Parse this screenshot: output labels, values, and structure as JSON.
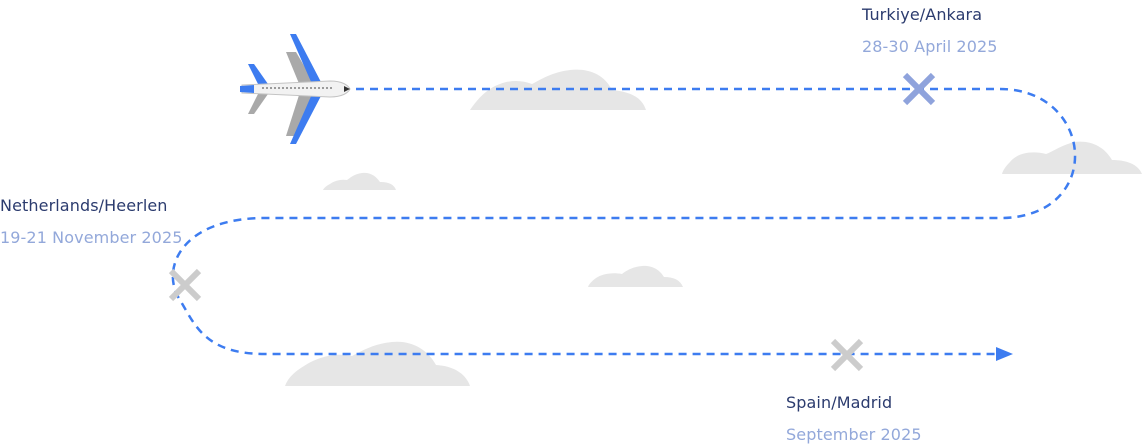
{
  "stops": [
    {
      "city": "Turkiye/Ankara",
      "dates": "28-30 April 2025",
      "status": "upcoming",
      "marker_color": "#8fa3dc"
    },
    {
      "city": "Netherlands/Heerlen",
      "dates": "19-21 November 2025",
      "status": "planned",
      "marker_color": "#cccccc"
    },
    {
      "city": "Spain/Madrid",
      "dates": "September 2025",
      "status": "planned",
      "marker_color": "#cccccc"
    }
  ],
  "colors": {
    "route": "#3d7cf0",
    "city_text": "#2b3b6e",
    "date_text": "#93a8da",
    "cloud": "#e6e6e6",
    "plane_body": "#f2f2f2",
    "plane_accent": "#3d7cf0",
    "plane_wing": "#a9a9a9"
  },
  "icons": {
    "plane": "airplane-icon",
    "marker": "x-mark-icon",
    "route_end": "arrow-head-icon",
    "cloud": "cloud-icon"
  }
}
